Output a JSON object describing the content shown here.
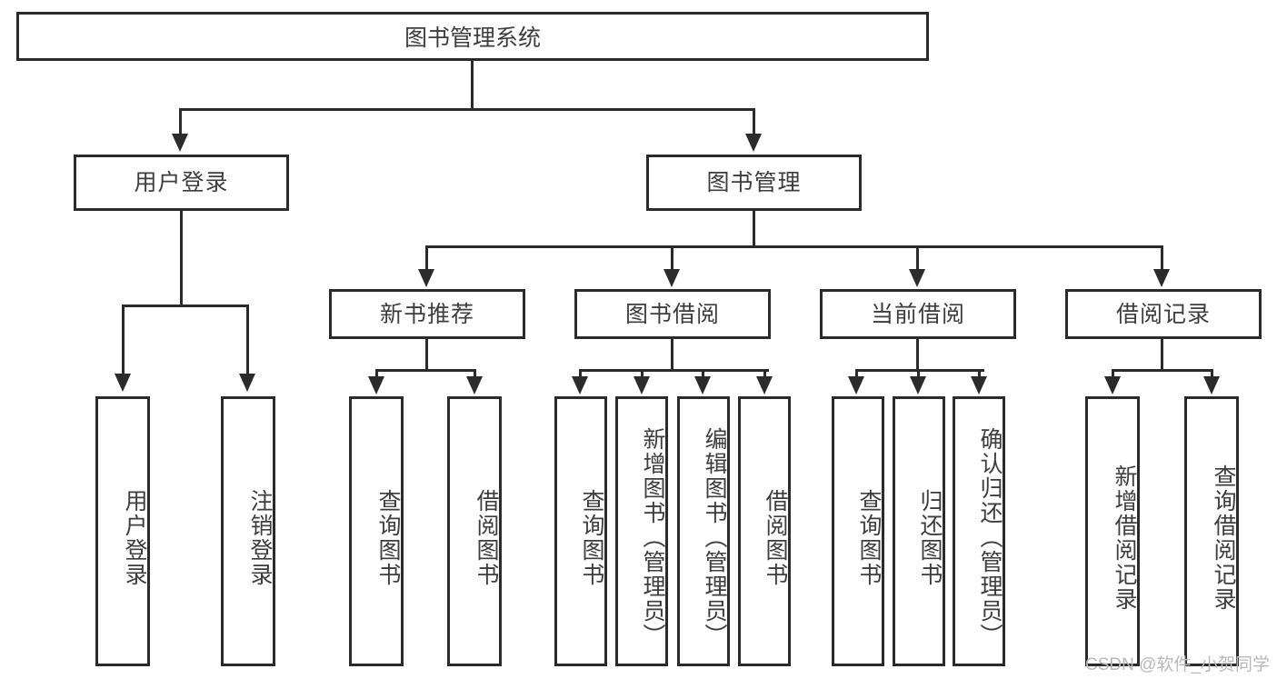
{
  "diagram": {
    "type": "tree",
    "title": "图书管理系统",
    "watermark": "CSDN @软件_小贺同学",
    "colors": {
      "stroke": "#2b2b2b",
      "text": "#3d3d3d",
      "background": "#ffffff",
      "watermark": "#b9b9b9"
    },
    "nodes": {
      "root": {
        "label": "图书管理系统"
      },
      "level2": [
        {
          "label": "用户登录"
        },
        {
          "label": "图书管理"
        }
      ],
      "level3": [
        {
          "label": "新书推荐"
        },
        {
          "label": "图书借阅"
        },
        {
          "label": "当前借阅"
        },
        {
          "label": "借阅记录"
        }
      ],
      "leaves": {
        "user_login": [
          {
            "label": "用户登录"
          },
          {
            "label": "注销登录"
          }
        ],
        "new_book": [
          {
            "label": "查询图书"
          },
          {
            "label": "借阅图书"
          }
        ],
        "book_borrow": [
          {
            "label": "查询图书"
          },
          {
            "label": "新增图书（管理员）"
          },
          {
            "label": "编辑图书（管理员）"
          },
          {
            "label": "借阅图书"
          }
        ],
        "current_borrow": [
          {
            "label": "查询图书"
          },
          {
            "label": "归还图书"
          },
          {
            "label": "确认归还（管理员）"
          }
        ],
        "borrow_record": [
          {
            "label": "新增借阅记录"
          },
          {
            "label": "查询借阅记录"
          }
        ]
      }
    }
  }
}
